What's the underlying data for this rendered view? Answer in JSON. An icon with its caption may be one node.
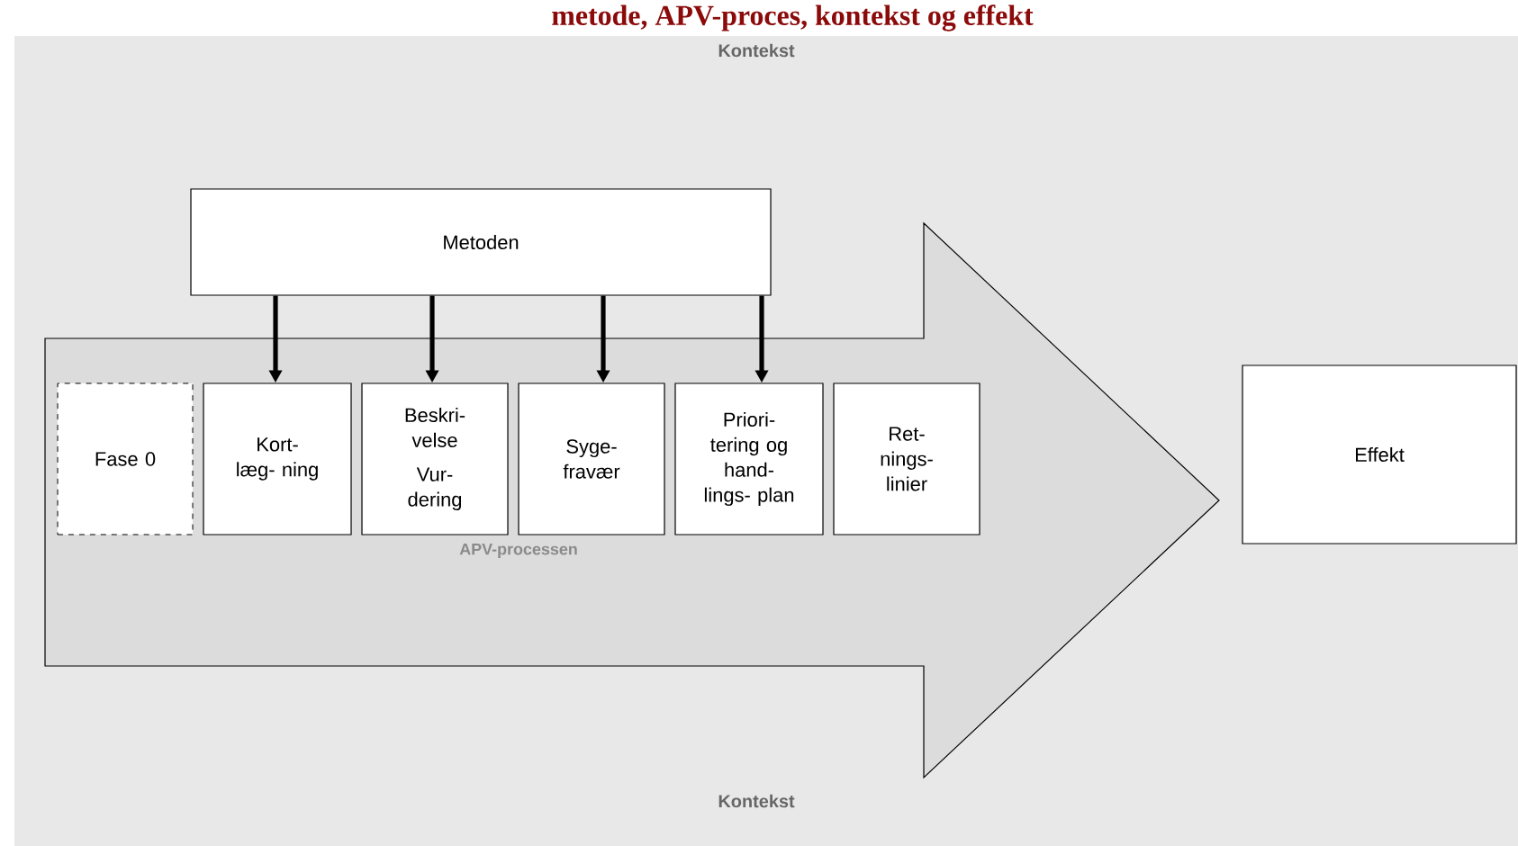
{
  "diagram": {
    "title": "metode, APV-proces, kontekst og effekt",
    "nodes": [
      {
        "text": [
          "APV-processen"
        ]
      },
      {
        "text": [
          "Metoden"
        ]
      },
      {
        "text": [
          "Fase 0"
        ],
        "in": 0
      },
      {
        "text": [
          "Kort- læg- ning"
        ],
        "in": 0
      },
      {
        "text": [
          "Beskri- velse",
          "Vur- dering"
        ],
        "in": 0
      },
      {
        "text": [
          "Syge- fravær"
        ],
        "in": 0
      },
      {
        "text": [
          "Priori- tering og hand- lings- plan"
        ],
        "in": 0
      },
      {
        "text": [
          "Ret- nings- linier"
        ],
        "in": 0
      },
      {
        "text": [
          "Effekt"
        ]
      }
    ],
    "edges": [
      {
        "from": 1,
        "to": 3,
        "arrow": "to"
      },
      {
        "from": 1,
        "to": 4,
        "arrow": "to"
      },
      {
        "from": 1,
        "to": 5,
        "arrow": "to"
      },
      {
        "from": 1,
        "to": 6,
        "arrow": "to"
      }
    ],
    "labels": [
      "Kontekst",
      "Kontekst"
    ]
  }
}
